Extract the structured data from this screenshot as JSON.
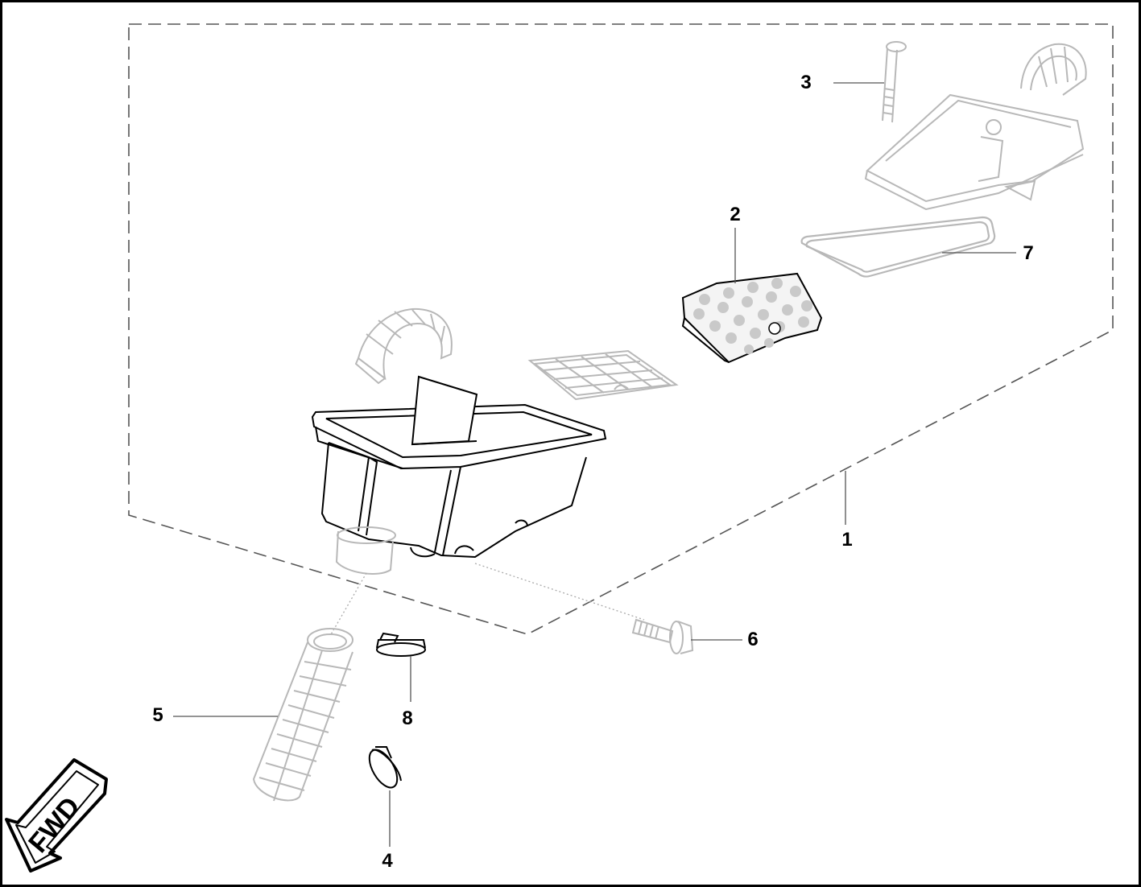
{
  "diagram": {
    "callouts": [
      {
        "id": "1",
        "label": "1"
      },
      {
        "id": "2",
        "label": "2"
      },
      {
        "id": "3",
        "label": "3"
      },
      {
        "id": "4",
        "label": "4"
      },
      {
        "id": "5",
        "label": "5"
      },
      {
        "id": "6",
        "label": "6"
      },
      {
        "id": "7",
        "label": "7"
      },
      {
        "id": "8",
        "label": "8"
      }
    ],
    "direction_badge": {
      "label": "FWD"
    },
    "colors": {
      "line": "#000000",
      "ghost": "#b8b8b8",
      "dash": "#555555"
    }
  }
}
